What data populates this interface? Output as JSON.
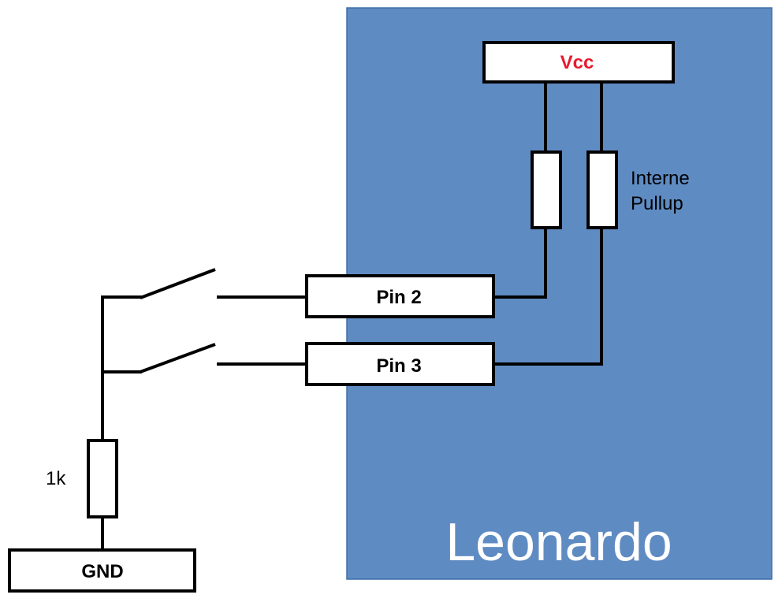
{
  "board": {
    "name": "Leonardo",
    "fill": "#5f8bc3",
    "stroke": "#3f6ea8"
  },
  "vcc": {
    "label": "Vcc",
    "color": "#e8192c"
  },
  "pullup": {
    "line1": "Interne",
    "line2": "Pullup"
  },
  "pins": [
    {
      "label": "Pin 2"
    },
    {
      "label": "Pin 3"
    }
  ],
  "resistor_ext": {
    "label": "1k"
  },
  "gnd": {
    "label": "GND"
  }
}
